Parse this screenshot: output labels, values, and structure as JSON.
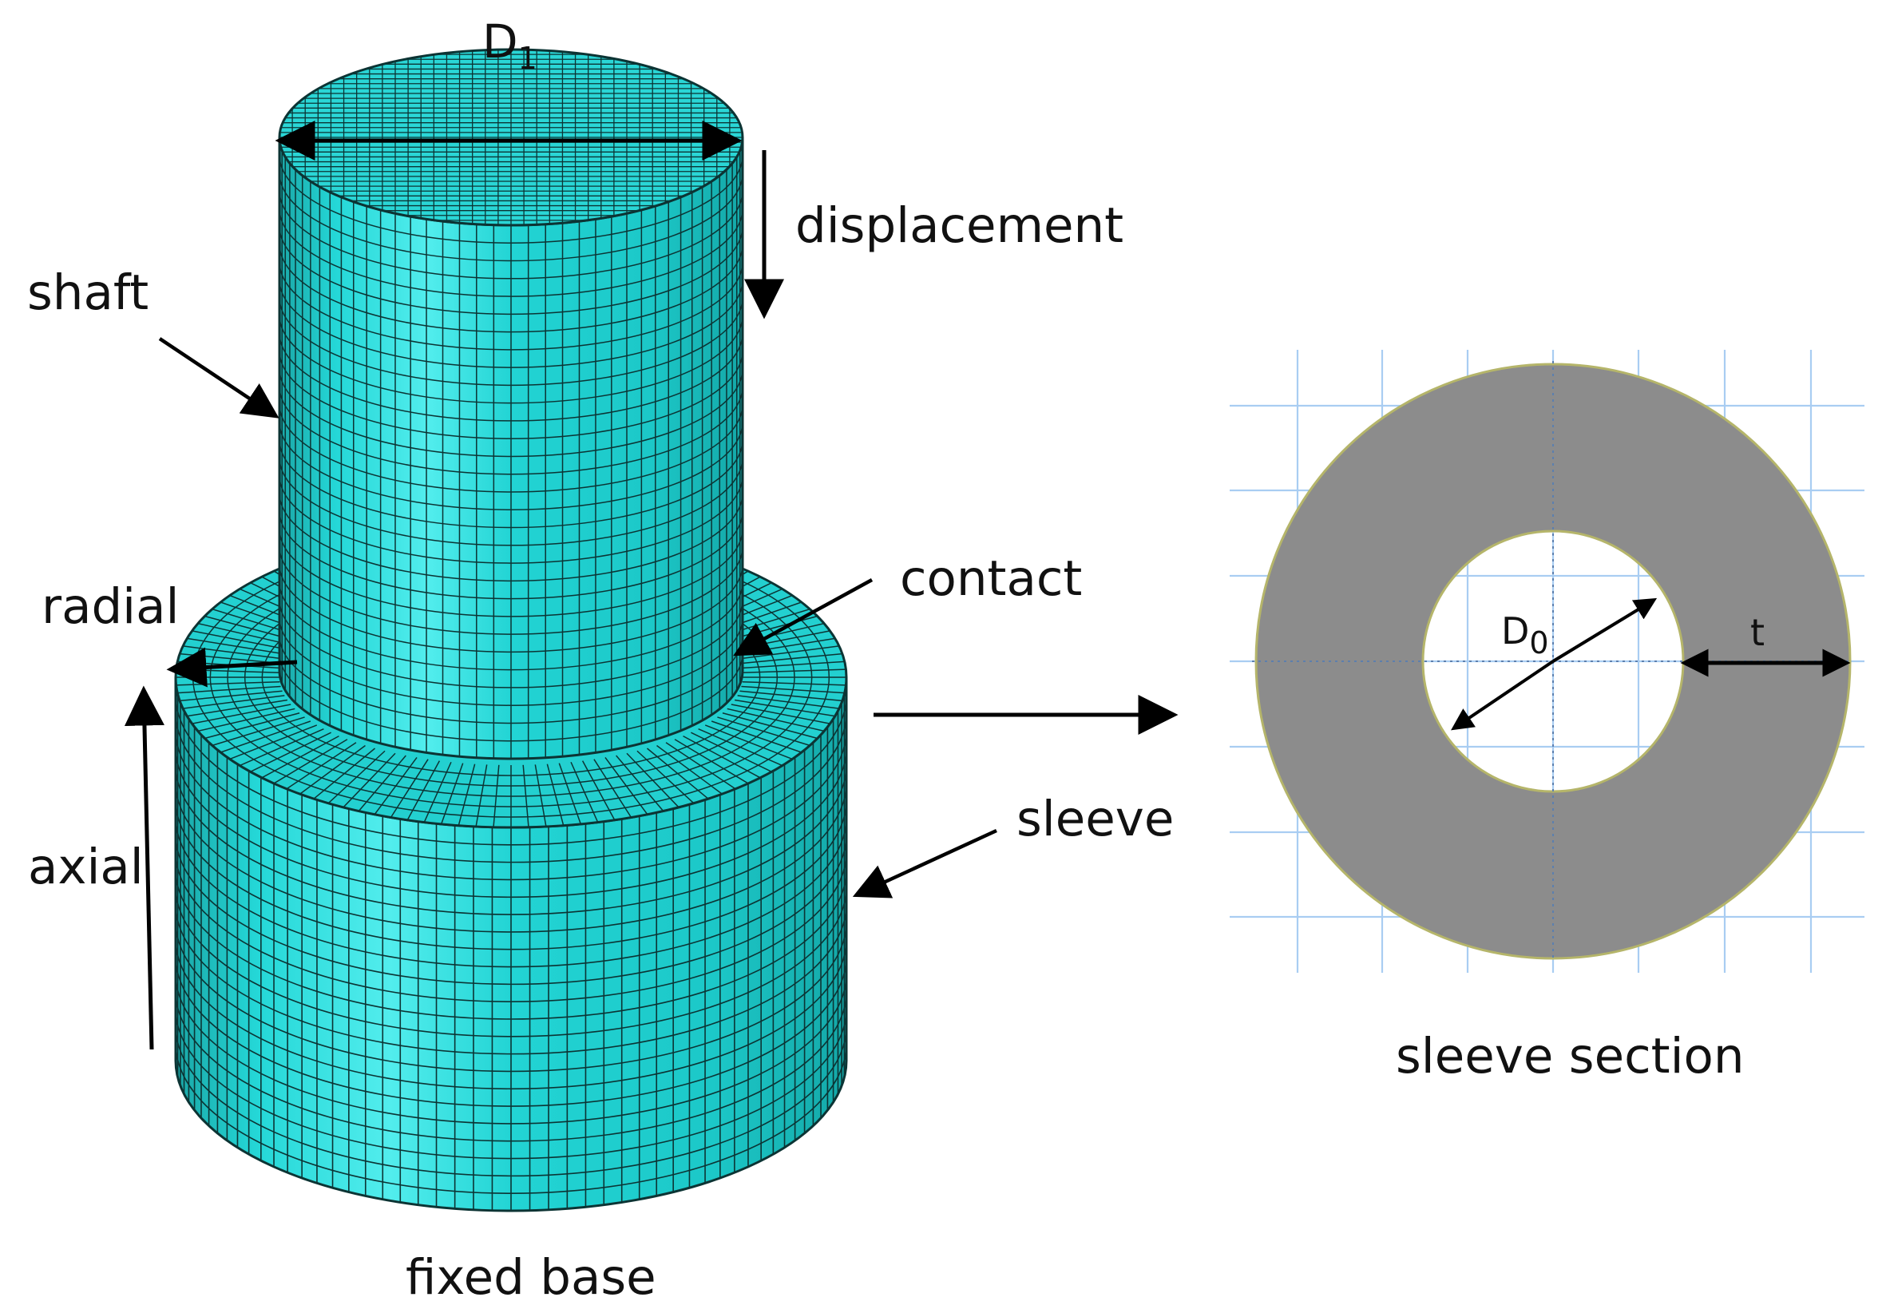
{
  "labels": {
    "d1_main": "D",
    "d1_sub": "1",
    "displacement": "displacement",
    "shaft": "shaft",
    "contact": "contact",
    "radial": "radial",
    "sleeve": "sleeve",
    "axial": "axial",
    "fixed_base": "fixed base",
    "d0_main": "D",
    "d0_sub": "0",
    "t": "t",
    "sleeve_section": "sleeve section"
  },
  "colors": {
    "mesh_fill": "#1fd3d3",
    "mesh_shade": "#17b5b5",
    "mesh_highlight": "#5ff0f0",
    "mesh_line": "#0c3434",
    "section_fill": "#8c8c8c",
    "section_edge": "#b5b56a",
    "grid_line": "#a9cdf2",
    "arrow": "#000000"
  }
}
